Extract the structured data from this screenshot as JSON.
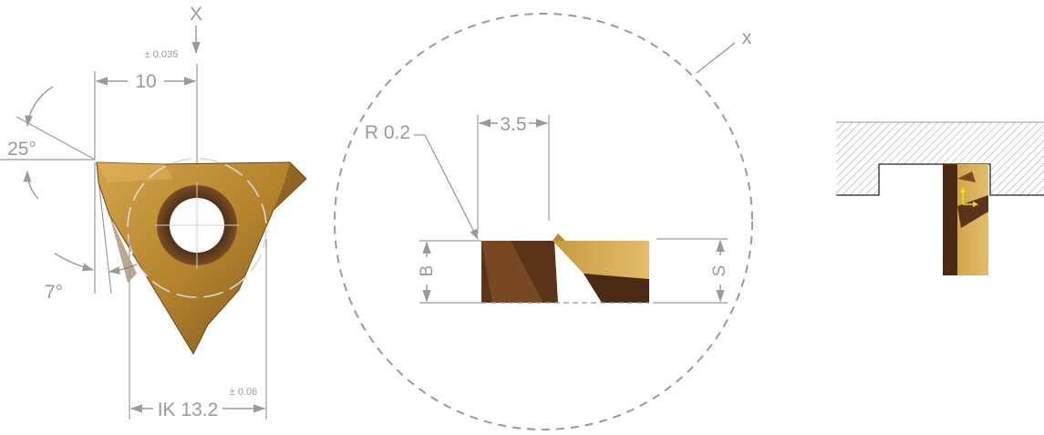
{
  "left_view": {
    "section_mark": "X",
    "width_tol": "± 0.035",
    "width": "10",
    "angle_top": "25°",
    "angle_bottom": "7°",
    "ik_tol": "± 0.06",
    "ik": "IK 13.2"
  },
  "detail_view": {
    "section_mark": "x",
    "radius": "R 0.2",
    "length": "3.5",
    "dim_b": "B",
    "dim_s": "S"
  },
  "colors": {
    "dim_line": "#9a9a9a",
    "insert_gold": "#b98a2e",
    "insert_dark": "#5a3418",
    "hatch": "#8a8a8a"
  }
}
